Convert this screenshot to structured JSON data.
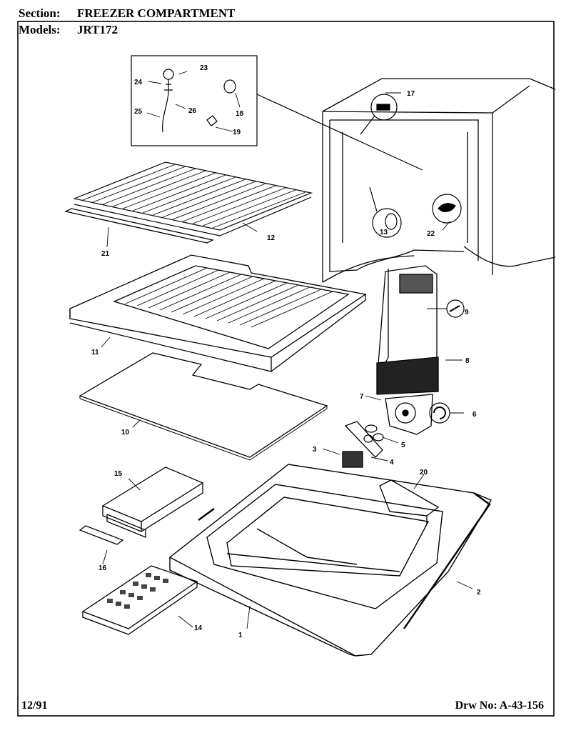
{
  "header": {
    "section_label": "Section:",
    "section_value": "FREEZER COMPARTMENT",
    "models_label": "Models:",
    "models_value": "JRT172"
  },
  "footer": {
    "date": "12/91",
    "drawing_no": "Drw No: A-43-156"
  },
  "callouts": [
    "1",
    "2",
    "3",
    "4",
    "5",
    "6",
    "7",
    "8",
    "9",
    "10",
    "11",
    "12",
    "13",
    "14",
    "15",
    "16",
    "17",
    "18",
    "19",
    "20",
    "21",
    "22",
    "23",
    "24",
    "25",
    "26"
  ]
}
